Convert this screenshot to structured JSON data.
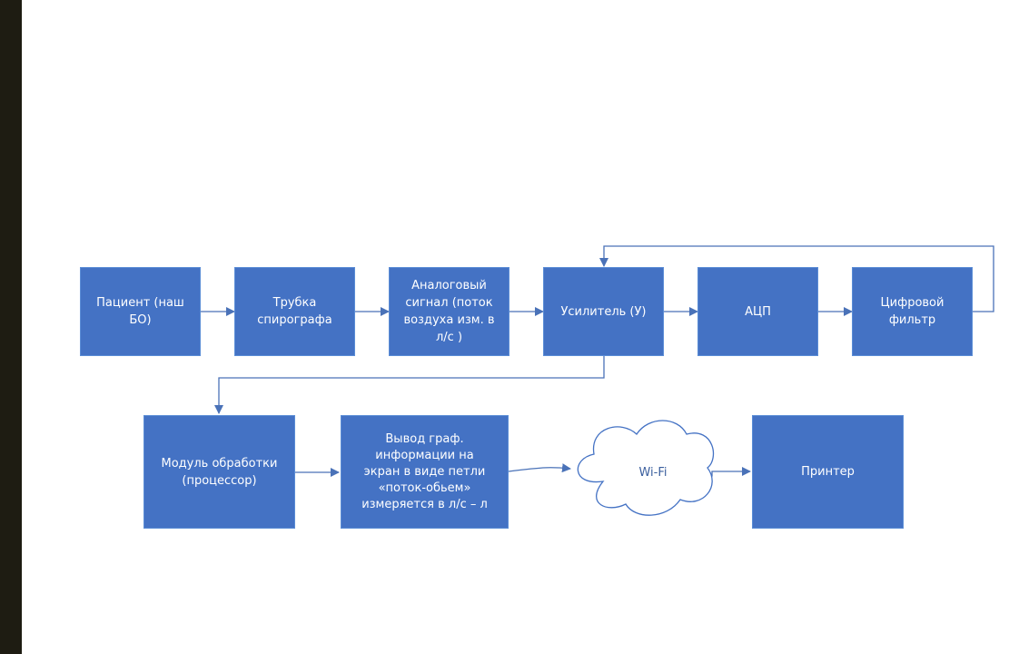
{
  "colors": {
    "box_fill": "#4472c4",
    "connector": "#4a72b8",
    "cloud_fill": "#ffffff",
    "cloud_stroke": "#4472c4",
    "left_strip": "#1e1c12"
  },
  "nodes": {
    "patient": "Пациент (наш\nБО)",
    "tube": "Трубка\nспирографа",
    "analog_signal": "Аналоговый\nсигнал (поток\nвоздуха изм. в\nл/с )",
    "amplifier": "Усилитель (У)",
    "adc": "АЦП",
    "digital_filter": "Цифровой\nфильтр",
    "processing_module": "Модуль обработки\n(процессор)",
    "graph_output": "Вывод граф.\nинформации на\nэкран в виде петли\n«поток-обьем»\nизмеряется в л/с – л",
    "wifi": "Wi-Fi",
    "printer": "Принтер"
  }
}
